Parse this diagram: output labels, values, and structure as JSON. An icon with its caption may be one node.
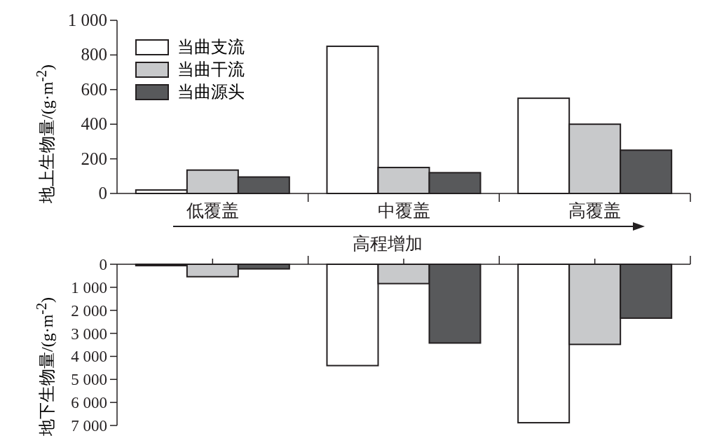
{
  "diagram": {
    "labels": [
      "高程增加"
    ],
    "legend": [
      {
        "text": "当曲支流",
        "color": "#ffffff"
      },
      {
        "text": "当曲干流",
        "color": "#c8c9cb"
      },
      {
        "text": "当曲源头",
        "color": "#58595b"
      }
    ],
    "chart_data": [
      {
        "type": "bar",
        "ylabel": "地上生物量/(g·m$^{-2}$)",
        "categories": [
          "低覆盖",
          "中覆盖",
          "高覆盖"
        ],
        "series": [
          {
            "color": "#ffffff",
            "values": [
              20,
              850,
              550
            ]
          },
          {
            "color": "#c8c9cb",
            "values": [
              135,
              150,
              400
            ]
          },
          {
            "color": "#58595b",
            "values": [
              95,
              120,
              250
            ]
          }
        ],
        "ylim": [
          0,
          1000
        ],
        "yticks": [
          0,
          200,
          400,
          600,
          800,
          {
            "value": 1000,
            "label": "1 000"
          }
        ]
      },
      {
        "type": "bar",
        "ylabel": "地下生物量/(g·m$^{-2}$)",
        "series": [
          {
            "color": "#ffffff",
            "values": [
              60,
              4400,
              6880
            ]
          },
          {
            "color": "#c8c9cb",
            "values": [
              540,
              840,
              3480
            ]
          },
          {
            "color": "#58595b",
            "values": [
              200,
              3420,
              2340
            ]
          }
        ],
        "ylim": [
          7000,
          0
        ],
        "yticks": [
          0,
          {
            "value": 1000,
            "label": "1 000"
          },
          {
            "value": 2000,
            "label": "2 000"
          },
          {
            "value": 3000,
            "label": "3 000"
          },
          {
            "value": 4000,
            "label": "4 000"
          },
          {
            "value": 5000,
            "label": "5 000"
          },
          {
            "value": 6000,
            "label": "6 000"
          },
          {
            "value": 7000,
            "label": "7 000"
          }
        ]
      }
    ]
  }
}
